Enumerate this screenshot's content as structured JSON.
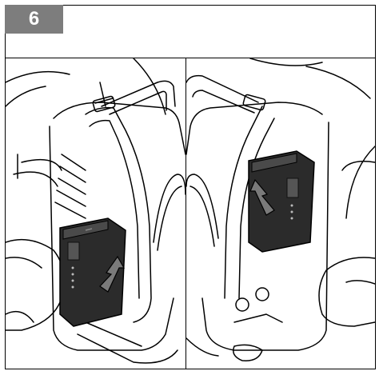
{
  "step": {
    "number": "6"
  },
  "panels": [
    {
      "id": "insert-battery",
      "description": "battery-pack-slid-into-mower-slot"
    },
    {
      "id": "remove-battery",
      "description": "battery-pack-pulled-out-of-mower-slot"
    }
  ],
  "colors": {
    "badge": "#7d7d7d",
    "line": "#000000",
    "battery": "#2b2b2b",
    "arrow": "#7a7a7a"
  }
}
